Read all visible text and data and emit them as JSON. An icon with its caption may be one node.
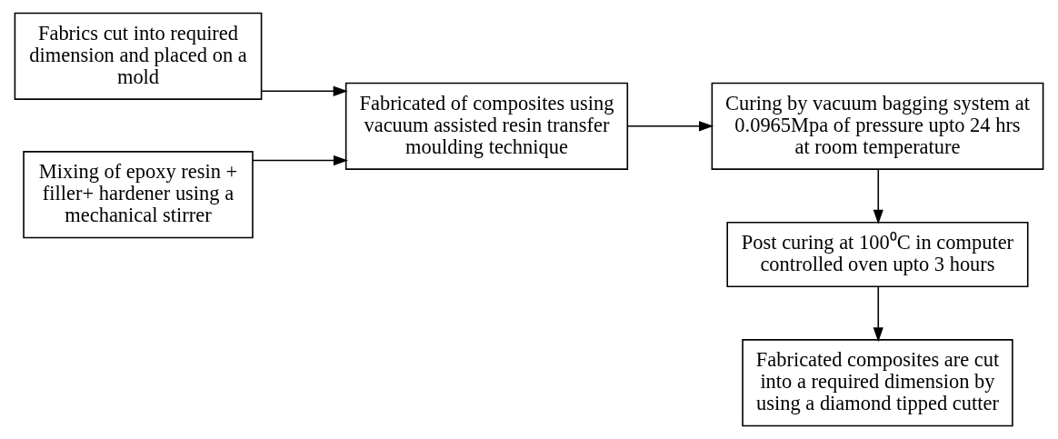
{
  "diagram": {
    "nodes": [
      {
        "text": [
          "Fabrics cut into required dimension and placed on a mold"
        ]
      },
      {
        "text": [
          "Mixing of epoxy resin + filler+ hardener using a mechanical stirrer"
        ]
      },
      {
        "text": [
          "Fabricated of composites using vacuum assisted resin transfer moulding technique"
        ]
      },
      {
        "text": [
          "Curing by vacuum bagging system at 0.0965Mpa of pressure upto 24 hrs at room temperature"
        ]
      },
      {
        "text": [
          "Post curing at 100⁰C in computer controlled oven upto 3 hours"
        ]
      },
      {
        "text": [
          "Fabricated composites are cut into a required dimension by using a diamond tipped cutter"
        ]
      }
    ],
    "edges": [
      {
        "from": 0,
        "to": 2,
        "arrow": "to"
      },
      {
        "from": 1,
        "to": 2,
        "arrow": "to"
      },
      {
        "from": 2,
        "to": 3,
        "arrow": "to"
      },
      {
        "from": 3,
        "to": 4,
        "arrow": "to"
      },
      {
        "from": 4,
        "to": 5,
        "arrow": "to"
      }
    ]
  }
}
